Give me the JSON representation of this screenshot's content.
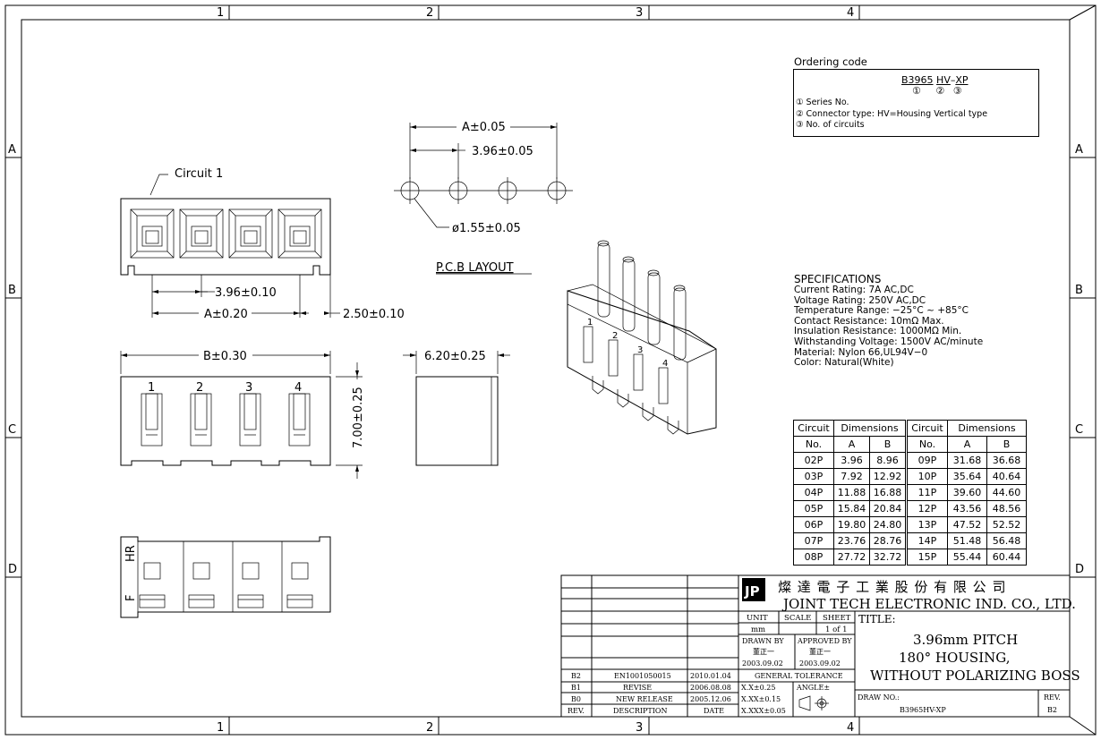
{
  "frame": {
    "col_labels": [
      "1",
      "2",
      "3",
      "4"
    ],
    "row_labels": [
      "A",
      "B",
      "C",
      "D"
    ]
  },
  "ordering": {
    "title": "Ordering code",
    "code_base": "B3965",
    "code_type": "HV",
    "code_dash": "–",
    "code_circuits": "XP",
    "mark1": "①",
    "mark2": "②",
    "mark3": "③",
    "items": [
      "① Series No.",
      "② Connector type: HV=Housing Vertical type",
      "③ No. of circuits"
    ]
  },
  "pcb": {
    "dim_a": "A±0.05",
    "dim_pitch": "3.96±0.05",
    "dim_hole": "ø1.55±0.05",
    "title": "P.C.B LAYOUT"
  },
  "front": {
    "circuit_label": "Circuit 1",
    "dim_pitch": "3.96±0.10",
    "dim_a": "A±0.20",
    "dim_edge": "2.50±0.10"
  },
  "side": {
    "dim_b": "B±0.30",
    "pins": [
      "1",
      "2",
      "3",
      "4"
    ],
    "dim_height": "7.00±0.25",
    "dim_depth": "6.20±0.25"
  },
  "bottom": {
    "hr_label": "HR",
    "f_label": "F"
  },
  "iso": {
    "pin_marks": [
      "1",
      "2",
      "3",
      "4"
    ]
  },
  "specs": {
    "title": "SPECIFICATIONS",
    "lines": [
      "Current Rating: 7A AC,DC",
      "Voltage Rating: 250V AC,DC",
      "Temperature Range: −25°C ~ +85°C",
      "Contact Resistance: 10mΩ Max.",
      "Insulation Resistance: 1000MΩ Min.",
      "Withstanding Voltage: 1500V AC/minute",
      "Material: Nylon 66,UL94V−0",
      "Color: Natural(White)"
    ]
  },
  "dimensions_table": {
    "h_circuit": "Circuit",
    "h_no": "No.",
    "h_dimensions": "Dimensions",
    "h_a": "A",
    "h_b": "B",
    "left": [
      [
        "02P",
        "3.96",
        "8.96"
      ],
      [
        "03P",
        "7.92",
        "12.92"
      ],
      [
        "04P",
        "11.88",
        "16.88"
      ],
      [
        "05P",
        "15.84",
        "20.84"
      ],
      [
        "06P",
        "19.80",
        "24.80"
      ],
      [
        "07P",
        "23.76",
        "28.76"
      ],
      [
        "08P",
        "27.72",
        "32.72"
      ]
    ],
    "right": [
      [
        "09P",
        "31.68",
        "36.68"
      ],
      [
        "10P",
        "35.64",
        "40.64"
      ],
      [
        "11P",
        "39.60",
        "44.60"
      ],
      [
        "12P",
        "43.56",
        "48.56"
      ],
      [
        "13P",
        "47.52",
        "52.52"
      ],
      [
        "14P",
        "51.48",
        "56.48"
      ],
      [
        "15P",
        "55.44",
        "60.44"
      ]
    ]
  },
  "title_block": {
    "company_cn": "燦 達 電 子 工 業 股 份 有 限 公 司",
    "company_en": "JOINT TECH ELECTRONIC IND. CO., LTD.",
    "unit_label": "UNIT",
    "unit_value": "mm",
    "scale_label": "SCALE",
    "sheet_label": "SHEET",
    "sheet_value": "1 of 1",
    "drawn_label": "DRAWN BY",
    "drawn_name": "董正一",
    "drawn_date": "2003.09.02",
    "approved_label": "APPROVED BY",
    "approved_name": "董正一",
    "approved_date": "2003.09.02",
    "tolerance_label": "GENERAL TOLERANCE",
    "tol1": "X.X±0.25",
    "tol2": "X.XX±0.15",
    "tol3": "X.XXX±0.05",
    "angle_label": "ANGLE±",
    "title_label": "TITLE:",
    "title_lines": [
      "3.96mm PITCH",
      "180° HOUSING,",
      "WITHOUT POLARIZING BOSS"
    ],
    "draw_no_label": "DRAW NO.:",
    "draw_no": "B3965HV-XP",
    "rev_label": "REV.",
    "rev_value": "B2",
    "revisions": [
      [
        "B2",
        "EN1001050015",
        "2010.01.04"
      ],
      [
        "B1",
        "REVISE",
        "2006.08.08"
      ],
      [
        "B0",
        "NEW RELEASE",
        "2005.12.06"
      ],
      [
        "REV.",
        "DESCRIPTION",
        "DATE"
      ]
    ]
  }
}
